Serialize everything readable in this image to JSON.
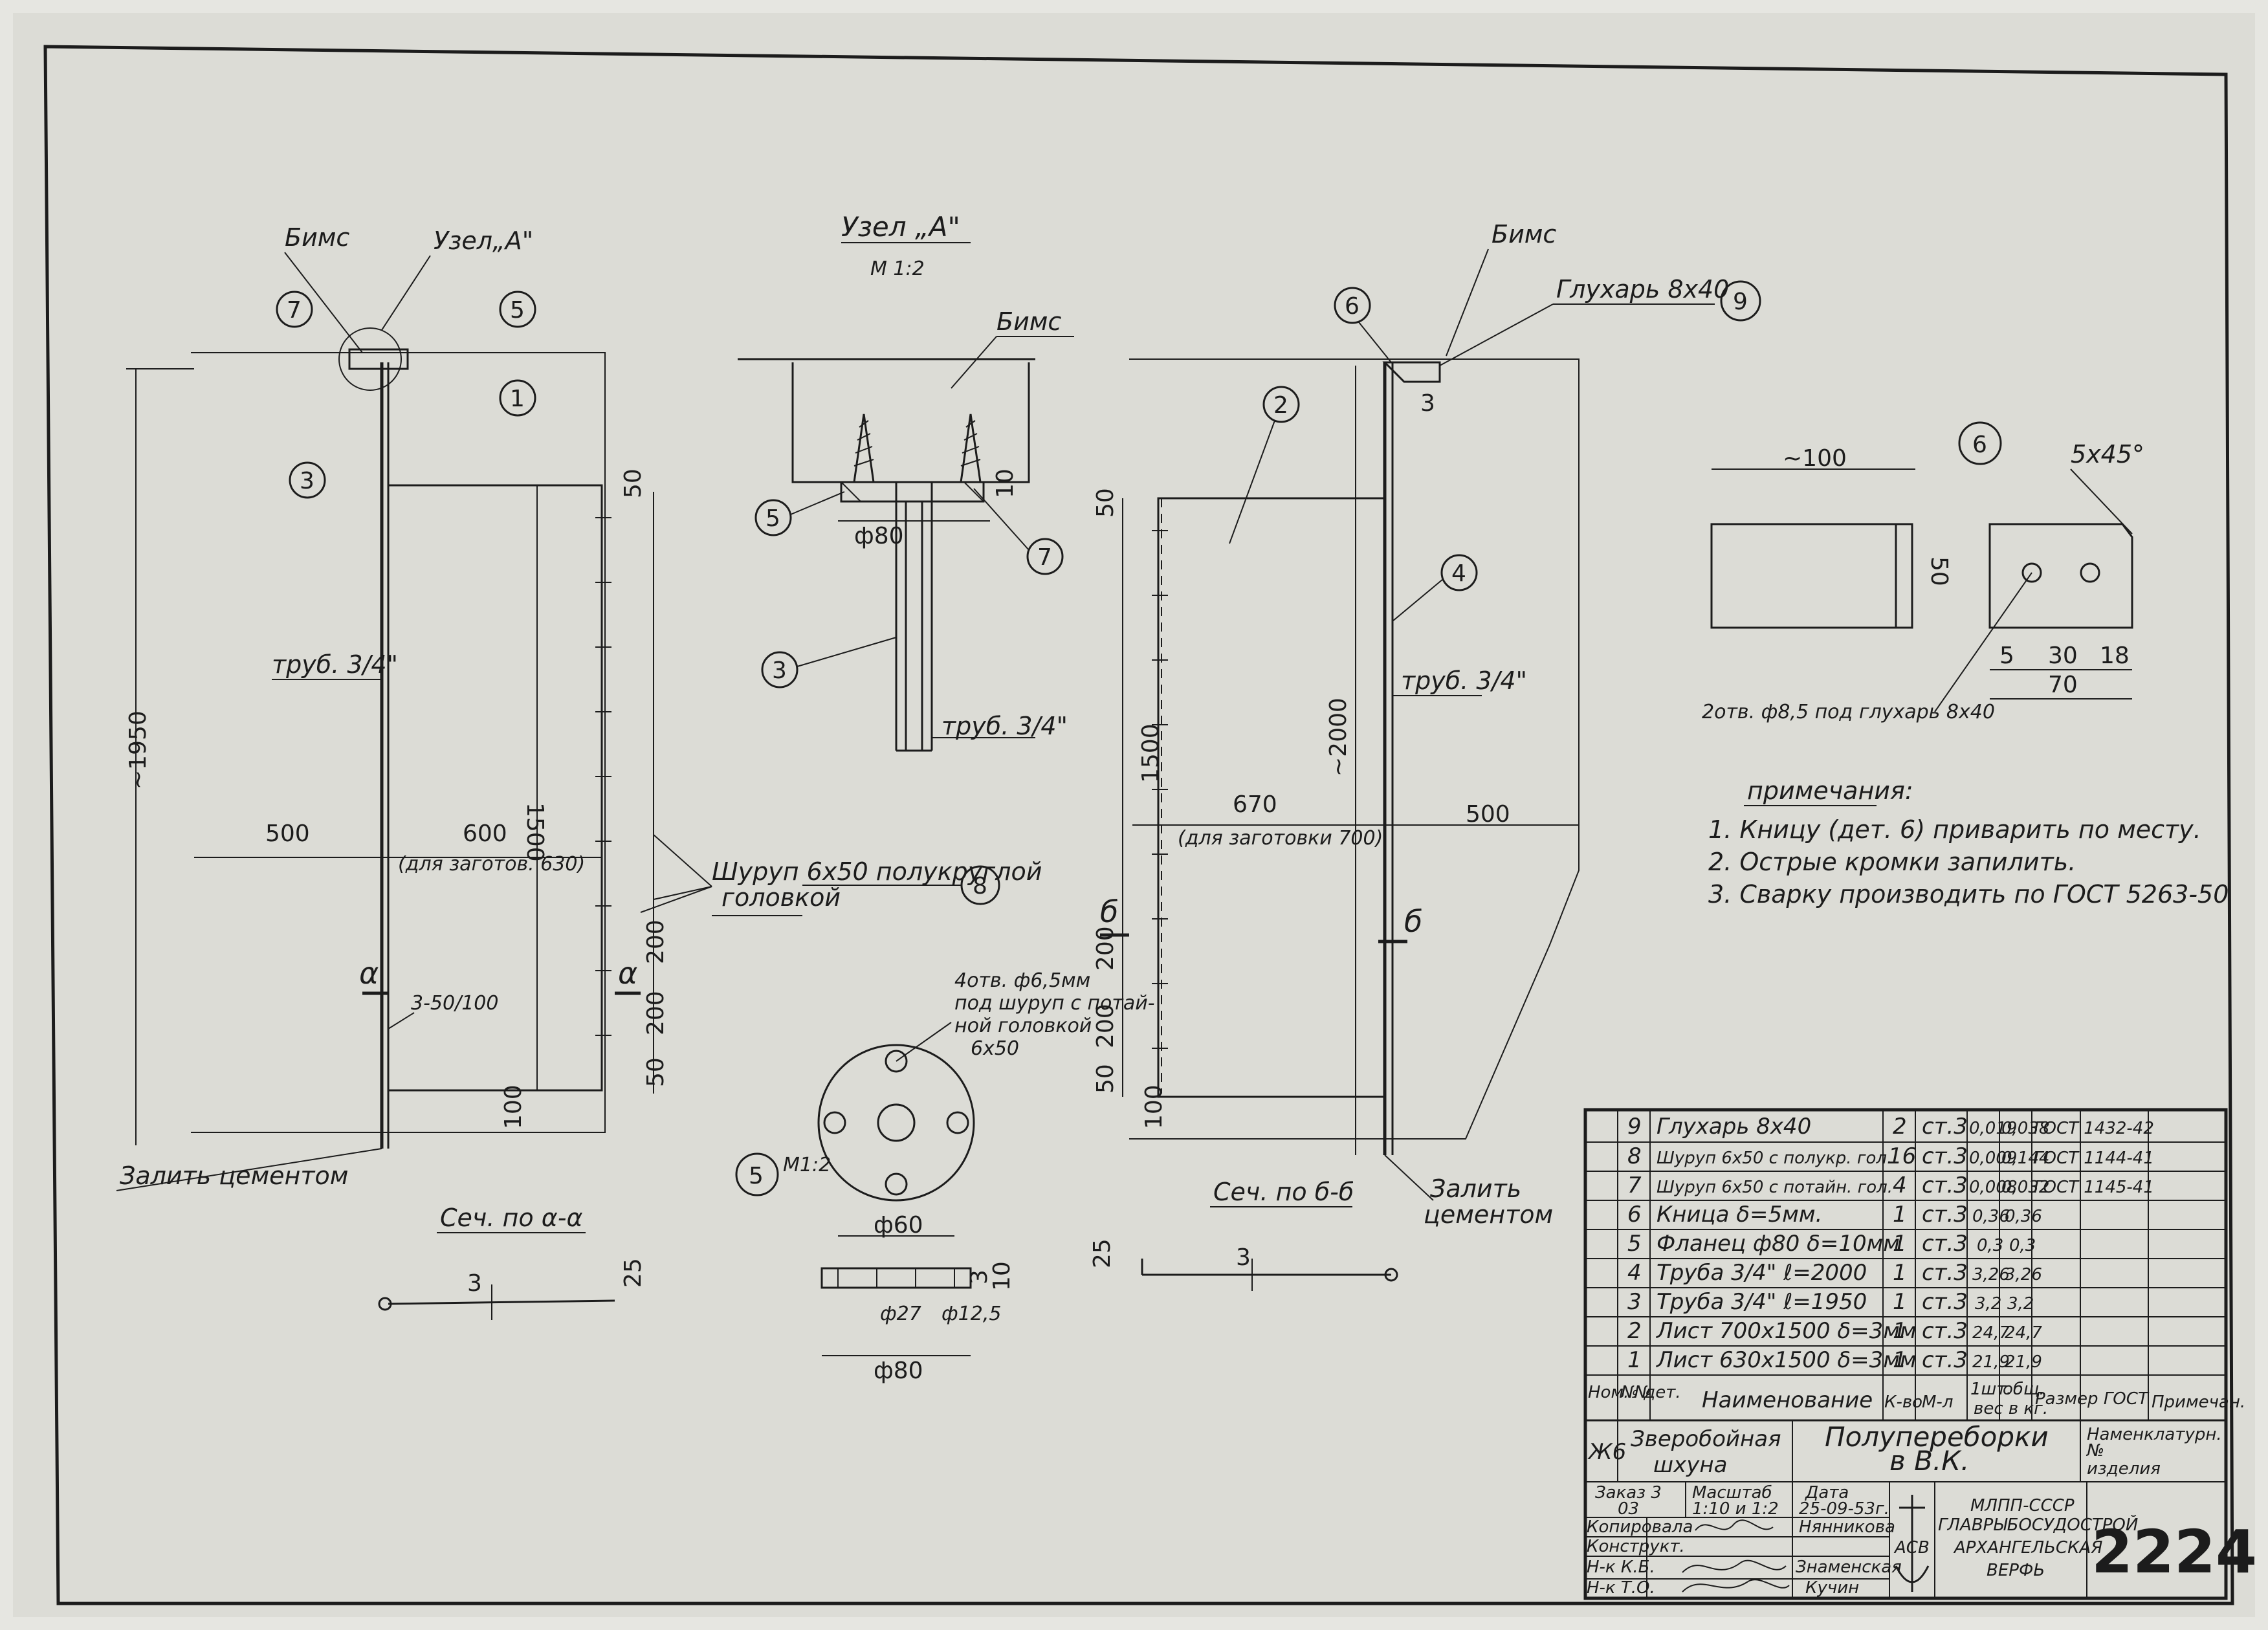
{
  "drawing": {
    "node_title": "Узел „А\"",
    "node_scale": "М 1:2",
    "bims": "Бимс",
    "uzel_a": "Узел„А\"",
    "pipe_label": "труб. 3/4\"",
    "pipe_label_node": "труб. 3/4\"",
    "zalit_cement": "Залить цементом",
    "zalit": "Залить",
    "cementom": "цементом",
    "section_aa": "Сеч. по α-α",
    "section_bb": "Сеч. по б-б",
    "glukhar": "Глухарь 8х40",
    "screw_note_1": "Шуруп 6х50 полукруглой",
    "screw_note_2": "головкой",
    "blank_630": "(для заготов. 630)",
    "blank_700": "(для заготовки 700)",
    "holes_note_1": "4отв. ф6,5мм",
    "holes_note_2": "под шуруп с потай-",
    "holes_note_3": "ной головкой",
    "holes_note_4": "6х50",
    "holes_glukhar": "2отв. ф8,5 под глухарь 8х40",
    "weld_note": "3-50/100",
    "scale_5": "М1:2",
    "letter_a": "α",
    "letter_b": "б",
    "dims": {
      "d1950": "~1950",
      "d1500": "1500",
      "d500": "500",
      "d600": "600",
      "d50": "50",
      "d200": "200",
      "d100": "100",
      "d80": "ф80",
      "d10": "10",
      "d60": "ф60",
      "d27": "ф27",
      "d125": "ф12,5",
      "d2000": "~2000",
      "d670": "670",
      "d3": "3",
      "d25": "25",
      "d100b": "~100",
      "d5x45": "5х45°",
      "d5": "5",
      "d30": "30",
      "d18": "18",
      "d70": "70",
      "d3x": "3"
    },
    "callouts": [
      "1",
      "2",
      "3",
      "4",
      "5",
      "6",
      "7",
      "8",
      "9"
    ]
  },
  "notes": {
    "title": "примечания:",
    "items": [
      "1. Кницу (дет. 6) приварить по месту.",
      "2. Острые кромки запилить.",
      "3. Сварку производить по ГОСТ 5263-50"
    ]
  },
  "parts_table": {
    "rows": [
      {
        "no": "9",
        "name": "Глухарь 8х40",
        "qty": "2",
        "mat": "ст.3",
        "w1": "0,019",
        "w2": "0,038",
        "gost": "ГОСТ 1432-42"
      },
      {
        "no": "8",
        "name": "Шуруп 6х50 с полукр. гол.",
        "qty": "16",
        "mat": "ст.3",
        "w1": "0,009",
        "w2": "0,144",
        "gost": "ГОСТ 1144-41"
      },
      {
        "no": "7",
        "name": "Шуруп 6х50 с потайн. гол.",
        "qty": "4",
        "mat": "ст.3",
        "w1": "0,008",
        "w2": "0,032",
        "gost": "ГОСТ 1145-41"
      },
      {
        "no": "6",
        "name": "Кница δ=5мм.",
        "qty": "1",
        "mat": "ст.3",
        "w1": "0,36",
        "w2": "0,36",
        "gost": ""
      },
      {
        "no": "5",
        "name": "Фланец ф80 δ=10мм",
        "qty": "1",
        "mat": "ст.3",
        "w1": "0,3",
        "w2": "0,3",
        "gost": ""
      },
      {
        "no": "4",
        "name": "Труба 3/4\" ℓ=2000",
        "qty": "1",
        "mat": "ст.3",
        "w1": "3,26",
        "w2": "3,26",
        "gost": ""
      },
      {
        "no": "3",
        "name": "Труба 3/4\" ℓ=1950",
        "qty": "1",
        "mat": "ст.3",
        "w1": "3,2",
        "w2": "3,2",
        "gost": ""
      },
      {
        "no": "2",
        "name": "Лист 700х1500 δ=3мм",
        "qty": "1",
        "mat": "ст.3",
        "w1": "24,7",
        "w2": "24,7",
        "gost": ""
      },
      {
        "no": "1",
        "name": "Лист 630х1500 δ=3мм",
        "qty": "1",
        "mat": "ст.3",
        "w1": "21,9",
        "w2": "21,9",
        "gost": ""
      }
    ],
    "header": {
      "h_nom": "Ном. №",
      "h_det": "№ дет.",
      "h_name": "Наименование",
      "h_qty": "К-во",
      "h_mat": "М-л",
      "h_w1": "1шт.",
      "h_w2": "общ.",
      "h_w": "вес в кг.",
      "h_size": "Размер ГОСТ",
      "h_note": "Примечан."
    }
  },
  "title_block": {
    "code": "Ж6",
    "vessel_1": "Зверобойная",
    "vessel_2": "шхуна",
    "title_1": "Полупереборки",
    "title_2": "в В.К.",
    "nomen_1": "Наменклатурн.",
    "nomen_2": "№",
    "nomen_3": "изделия",
    "order_lbl": "Заказ 3",
    "order_val": "03",
    "scale_lbl": "Масштаб",
    "scale_val": "1:10 и 1:2",
    "date_lbl": "Дата",
    "date_val": "25-09-53г.",
    "copied": "Копировала",
    "constr": "Конструкт.",
    "head_kb": "Н-к К.Б.",
    "head_to": "Н-к Т.О.",
    "name_1": "Нянникова",
    "name_2": "Знаменская",
    "name_3": "Кучин",
    "org_1": "МЛПП-СССР",
    "org_2": "ГЛАВРЫБОСУДОСТРОЙ",
    "org_3": "АРХАНГЕЛЬСКАЯ",
    "org_4": "ВЕРФЬ",
    "logo": "АСВ",
    "sheet_no": "2224"
  }
}
